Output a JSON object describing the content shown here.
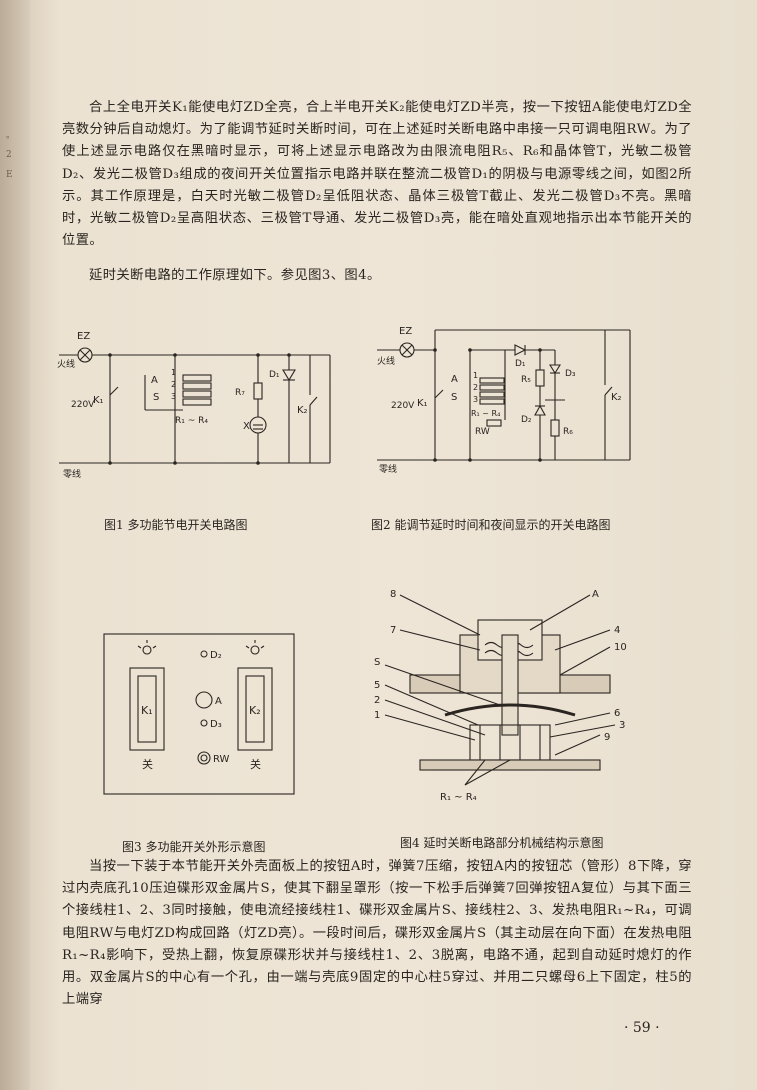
{
  "body": {
    "p1": "合上全电开关K₁能使电灯ZD全亮，合上半电开关K₂能使电灯ZD半亮，按一下按钮A能使电灯ZD全亮数分钟后自动熄灯。为了能调节延时关断时间，可在上述延时关断电路中串接一只可调电阻RW。为了使上述显示电路仅在黑暗时显示，可将上述显示电路改为由限流电阻R₅、R₆和晶体管T，光敏二极管D₂、发光二极管D₃组成的夜间开关位置指示电路并联在整流二极管D₁的阴极与电源零线之间，如图2所示。其工作原理是，白天时光敏二极管D₂呈低阻状态、晶体三极管T截止、发光二极管D₃不亮。黑暗时，光敏二极管D₂呈高阻状态、三极管T导通、发光二极管D₃亮，能在暗处直观地指示出本节能开关的位置。",
    "p2": "延时关断电路的工作原理如下。参见图3、图4。",
    "p3": "当按一下装于本节能开关外壳面板上的按钮A时，弹簧7压缩，按钮A内的按钮芯（管形）8下降，穿过内壳底孔10压迫碟形双金属片S，使其下翻呈罩形（按一下松手后弹簧7回弹按钮A复位）与其下面三个接线柱1、2、3同时接触，使电流经接线柱1、碟形双金属片S、接线柱2、3、发热电阻R₁~R₄，可调电阻RW与电灯ZD构成回路（灯ZD亮）。一段时间后，碟形双金属片S（其主动层在向下面）在发热电阻R₁~R₄影响下，受热上翻，恢复原碟形状并与接线柱1、2、3脱离，电路不通，起到自动延时熄灯的作用。双金属片S的中心有一个孔，由一端与壳底9固定的中心柱5穿过、并用二只螺母6上下固定，柱5的上端穿"
  },
  "figures": {
    "fig1": {
      "caption": "图1  多功能节电开关电路图",
      "labels": {
        "ez": "EZ",
        "live": "火线",
        "neutral": "零线",
        "volt": "220V",
        "k1": "K₁",
        "k2": "K₂",
        "a": "A",
        "s": "S",
        "n1": "1",
        "n2": "2",
        "n3": "3",
        "r14": "R₁ ~ R₄",
        "r": "R₇",
        "d1": "D₁",
        "x": "X"
      }
    },
    "fig2": {
      "caption": "图2  能调节延时时间和夜间显示的开关电路图",
      "labels": {
        "ez": "EZ",
        "live": "火线",
        "neutral": "零线",
        "volt": "220V",
        "k1": "K₁",
        "k2": "K₂",
        "a": "A",
        "s": "S",
        "n1": "1",
        "n2": "2",
        "n3": "3",
        "r14": "R₁ ~ R₄",
        "rw": "RW",
        "d1": "D₁",
        "d2": "D₂",
        "d3": "D₃",
        "r5": "R₅",
        "r6": "R₆"
      }
    },
    "fig3": {
      "caption": "图3  多功能开关外形示意图",
      "labels": {
        "k1": "K₁",
        "k2": "K₂",
        "d2": "D₂",
        "d3": "D₃",
        "a": "A",
        "rw": "RW",
        "off1": "关",
        "off2": "关"
      }
    },
    "fig4": {
      "caption": "图4  延时关断电路部分机械结构示意图",
      "labels": {
        "n8": "8",
        "n7": "7",
        "s": "S",
        "n5": "5",
        "n2": "2",
        "n1": "1",
        "a": "A",
        "n4": "4",
        "n10": "10",
        "n6": "6",
        "n3": "3",
        "n9": "9",
        "r14": "R₁ ~ R₄"
      }
    }
  },
  "margin": {
    "m1": "。",
    "m2": "2",
    "m3": "E"
  },
  "page_number": "· 59 ·"
}
